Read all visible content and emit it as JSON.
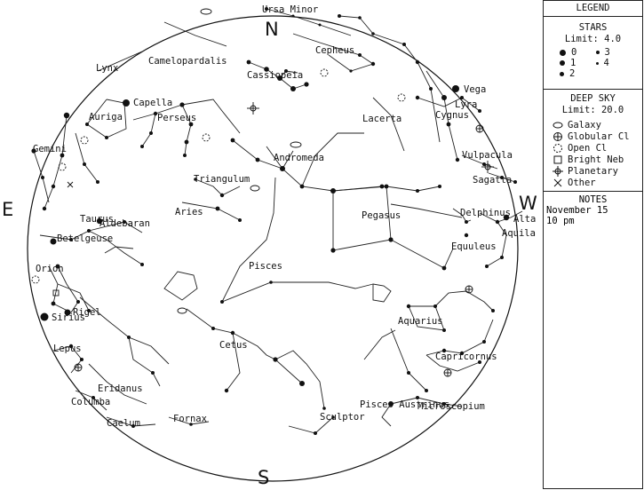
{
  "legend": {
    "title": "LEGEND",
    "stars_title": "STARS",
    "stars_limit": "Limit: 4.0",
    "magnitudes": [
      "0",
      "3",
      "1",
      "4",
      "2"
    ],
    "deep_title": "DEEP SKY",
    "deep_limit": "Limit: 20.0",
    "deep_items": [
      {
        "icon": "galaxy-icon",
        "label": "Galaxy"
      },
      {
        "icon": "globular-cluster-icon",
        "label": "Globular Cl"
      },
      {
        "icon": "open-cluster-icon",
        "label": "Open Cl"
      },
      {
        "icon": "bright-nebula-icon",
        "label": "Bright Neb"
      },
      {
        "icon": "planetary-nebula-icon",
        "label": "Planetary"
      },
      {
        "icon": "other-icon",
        "label": "Other"
      }
    ],
    "notes_title": "NOTES",
    "notes_date": "November 15",
    "notes_time": "10 pm"
  },
  "directions": {
    "north": "N",
    "south": "S",
    "east": "E",
    "west": "W"
  },
  "constellations": {
    "ursa_minor": "Ursa Minor",
    "cepheus": "Cepheus",
    "camelopardalis": "Camelopardalis",
    "lynx": "Lynx",
    "cassiopeia": "Cassiopeia",
    "capella": "Capella",
    "auriga": "Auriga",
    "perseus": "Perseus",
    "vega": "Vega",
    "lyra": "Lyra",
    "cygnus": "Cygnus",
    "lacerta": "Lacerta",
    "gemini": "Gemini",
    "andromeda": "Andromeda",
    "vulpecula": "Vulpacula",
    "sagitta": "Sagatta",
    "triangulum": "Triangulum",
    "aries": "Aries",
    "pegasus": "Pegasus",
    "delphinus": "Delphinus",
    "altair": "Alta",
    "aquila": "Aquila",
    "taurus": "Taurus",
    "aldebaran": "Aldebaran",
    "betelgeuse": "Betelgeuse",
    "equuleus": "Equuleus",
    "pisces": "Pisces",
    "orion": "Orion",
    "rigel": "Rigel",
    "sirius": "Sirius",
    "lepus": "Lepus",
    "aquarius": "Aquarius",
    "cetus": "Cetus",
    "capricornus": "Capricornus",
    "eridanus": "Eridanus",
    "columba": "Columba",
    "fornax": "Fornax",
    "caelum": "Caelum",
    "sculptor": "Sculptor",
    "pisces_austrinus": "Pisces Austrinus",
    "microscopium": "Microscopium"
  }
}
